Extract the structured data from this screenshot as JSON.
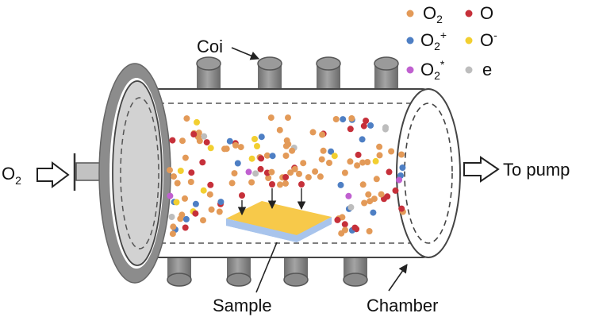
{
  "labels": {
    "coil": "Coi",
    "inlet_base": "O",
    "inlet_sub": "2",
    "outlet": "To pump",
    "sample": "Sample",
    "chamber": "Chamber"
  },
  "legend": [
    {
      "base": "O",
      "sub": "2",
      "sup": "",
      "color": "#E39A58",
      "icon": "orange-dot-icon"
    },
    {
      "base": "O",
      "sub": "",
      "sup": "",
      "color": "#C6303A",
      "icon": "red-dot-icon"
    },
    {
      "base": "O",
      "sub": "2",
      "sup": "+",
      "color": "#4E7FC4",
      "icon": "blue-dot-icon"
    },
    {
      "base": "O",
      "sub": "",
      "sup": "-",
      "color": "#F2CF30",
      "icon": "yellow-dot-icon"
    },
    {
      "base": "O",
      "sub": "2",
      "sup": "*",
      "color": "#C060D0",
      "icon": "purple-dot-icon"
    },
    {
      "base": "e",
      "sub": "",
      "sup": "",
      "color": "#BDBDBD",
      "icon": "gray-dot-icon"
    }
  ],
  "colors": {
    "sample_top": "#F7C94A",
    "sample_side": "#A8C4EC",
    "coil": "#8C8C8C",
    "flange": "#8C8C8C",
    "tube_end": "#D0D0D0"
  }
}
